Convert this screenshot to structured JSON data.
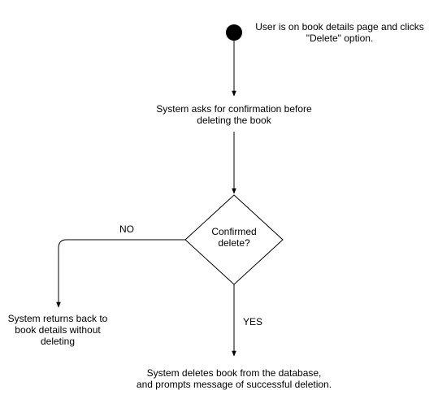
{
  "diagram": {
    "start_note": {
      "line1": "User is on book details page and clicks",
      "line2": "\"Delete\" option."
    },
    "confirm_step": {
      "line1": "System asks for confirmation before",
      "line2": "deleting the book"
    },
    "decision": {
      "line1": "Confirmed",
      "line2": "delete?"
    },
    "no_label": "NO",
    "yes_label": "YES",
    "no_outcome": {
      "line1": "System returns back to",
      "line2": "book details without",
      "line3": "deleting"
    },
    "yes_outcome": {
      "line1": "System deletes book from the database,",
      "line2": "and prompts message of successful deletion."
    }
  },
  "colors": {
    "stroke": "#000000",
    "background": "#ffffff",
    "start_node": "#000000"
  }
}
